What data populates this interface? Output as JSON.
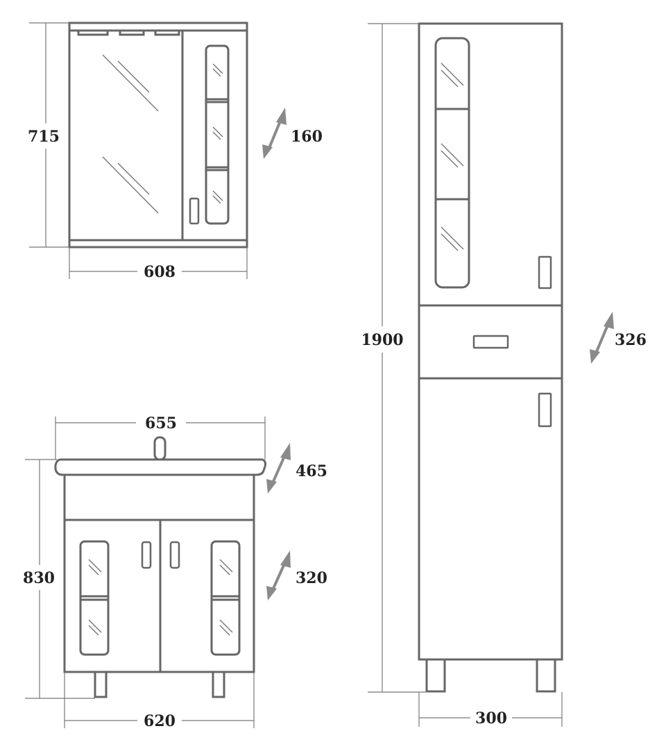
{
  "dimensions": {
    "mirror_height": "715",
    "mirror_width": "608",
    "mirror_depth": "160",
    "pencil_height": "1900",
    "pencil_width": "300",
    "pencil_depth": "326",
    "basin_width": "655",
    "basin_depth": "465",
    "vanity_height": "830",
    "vanity_width": "620",
    "vanity_depth": "320"
  },
  "colors": {
    "line": "#666666",
    "dimension_line": "#777777",
    "depth_arrow": "#8a8a8a",
    "label": "#222222",
    "background": "#ffffff"
  }
}
